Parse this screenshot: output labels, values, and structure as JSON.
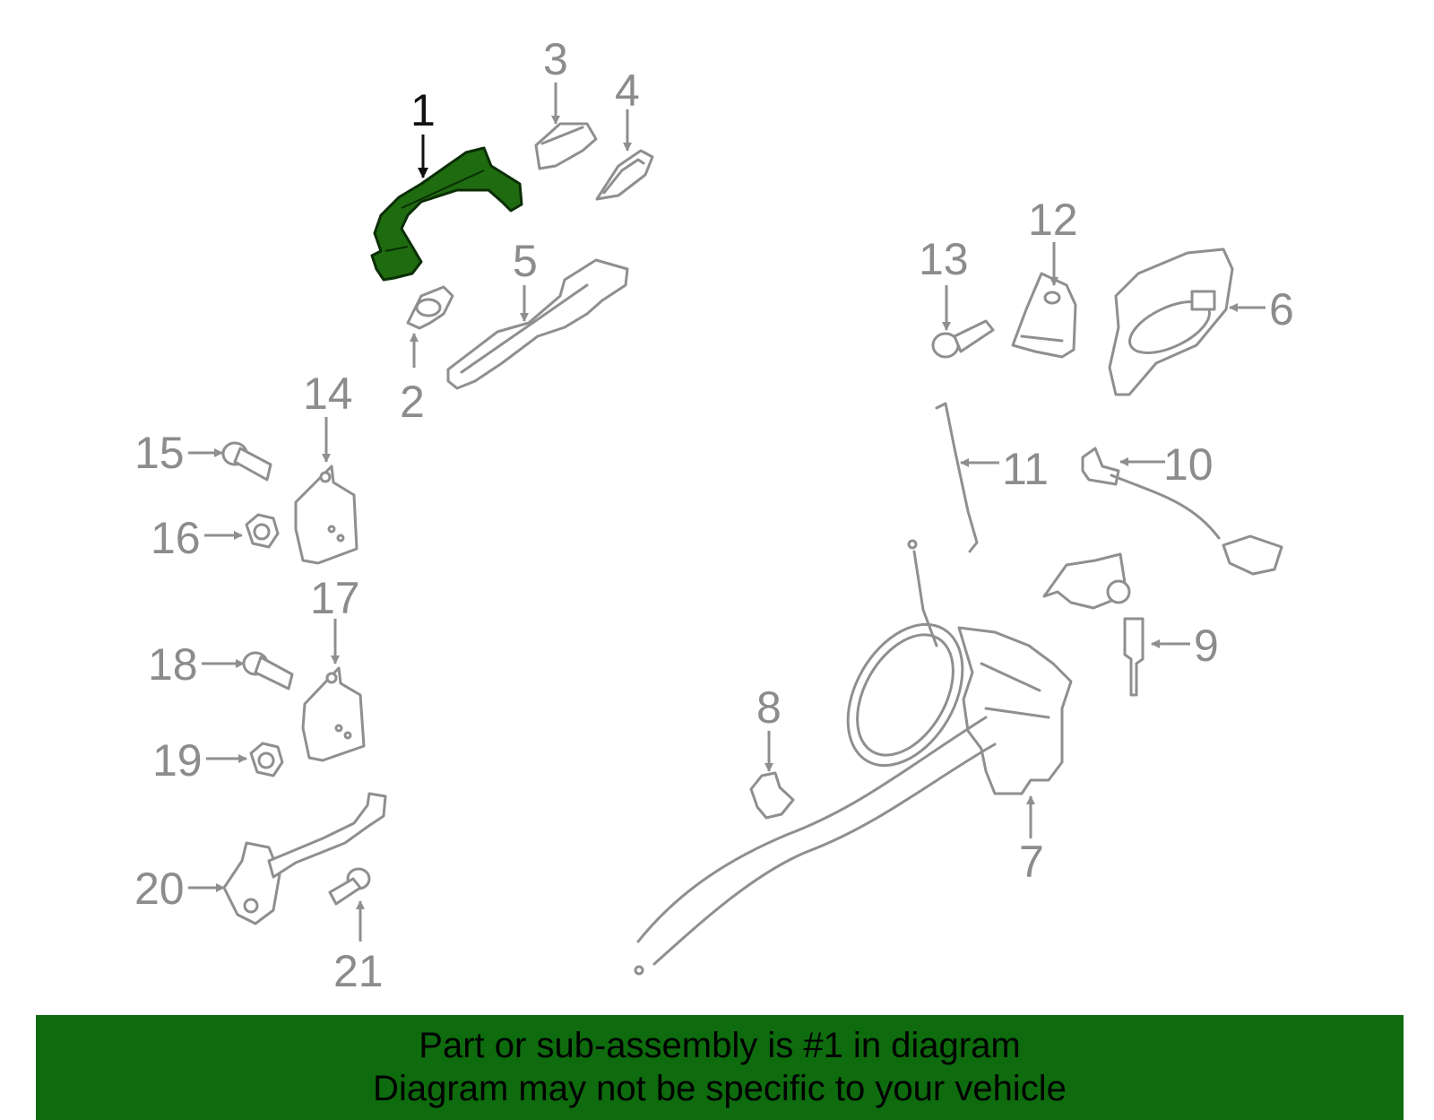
{
  "diagram": {
    "selected_part": "1",
    "colors": {
      "highlight": "#1f6b10",
      "part_line": "#8f8f8f",
      "banner": "#0e6b0e"
    },
    "callouts": [
      "1",
      "2",
      "3",
      "4",
      "5",
      "6",
      "7",
      "8",
      "9",
      "10",
      "11",
      "12",
      "13",
      "14",
      "15",
      "16",
      "17",
      "18",
      "19",
      "20",
      "21"
    ]
  },
  "banner": {
    "line1": "Part or sub-assembly is #1 in diagram",
    "line2": "Diagram may not be specific to your vehicle"
  }
}
